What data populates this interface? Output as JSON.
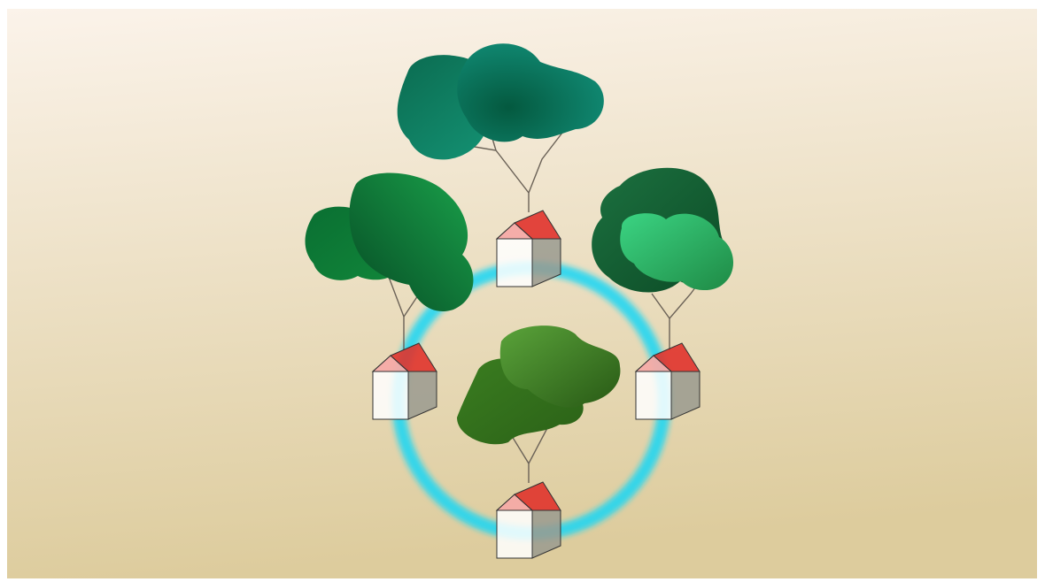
{
  "scene": {
    "description_free": true,
    "colors": {
      "background_top": "#fbf3ea",
      "background_bottom": "#ddcc9d",
      "ring": "#1ad6f5",
      "roof": "#e0332c",
      "house_front": "#ffffff",
      "house_side": "#9a9a8f",
      "outline": "#333333",
      "branch": "#6b6257"
    },
    "clusters": [
      {
        "id": "top",
        "tree_colors": [
          "#0b6b50",
          "#159879",
          "#04593f"
        ]
      },
      {
        "id": "left",
        "tree_colors": [
          "#0a6f32",
          "#1aa24b",
          "#064a24"
        ]
      },
      {
        "id": "right",
        "tree_colors": [
          "#1c7140",
          "#3bd483",
          "#0c4a25"
        ]
      },
      {
        "id": "center",
        "tree_colors": [
          "#3a7d20",
          "#5aa33a",
          "#285915"
        ]
      }
    ],
    "houses": [
      {
        "id": "house-top"
      },
      {
        "id": "house-left"
      },
      {
        "id": "house-right"
      },
      {
        "id": "house-bottom"
      }
    ],
    "icons": [
      "ring-icon",
      "house-icon",
      "tree-icon"
    ]
  }
}
